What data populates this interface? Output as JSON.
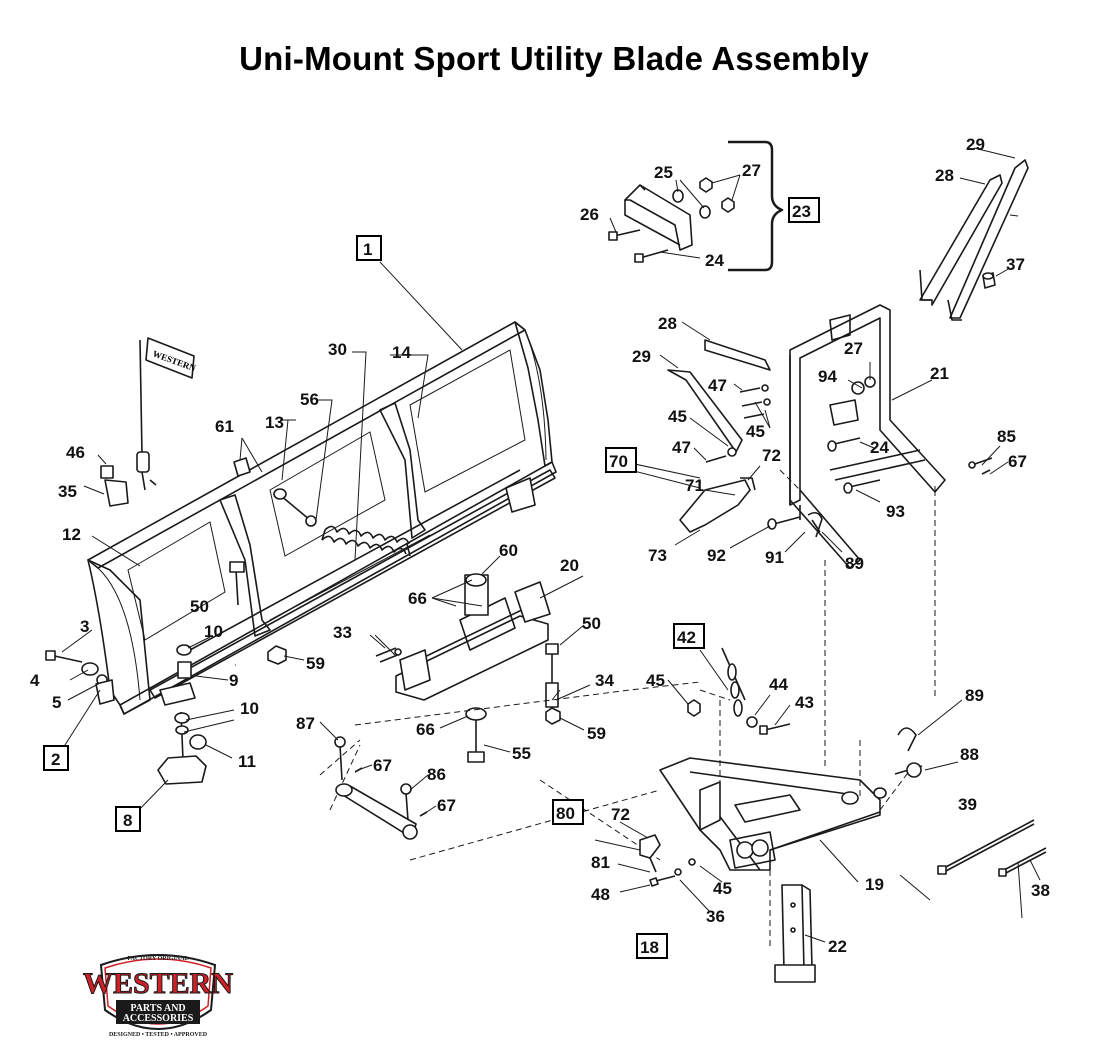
{
  "title": "Uni-Mount Sport Utility Blade Assembly",
  "labels": {
    "l1": "1",
    "l2": "2",
    "l3": "3",
    "l4": "4",
    "l5": "5",
    "l8": "8",
    "l9": "9",
    "l10a": "10",
    "l10b": "10",
    "l11": "11",
    "l12": "12",
    "l13": "13",
    "l14": "14",
    "l18": "18",
    "l19": "19",
    "l20": "20",
    "l21": "21",
    "l22": "22",
    "l23": "23",
    "l24a": "24",
    "l24b": "24",
    "l25": "25",
    "l26": "26",
    "l27a": "27",
    "l27b": "27",
    "l28a": "28",
    "l28b": "28",
    "l29a": "29",
    "l29b": "29",
    "l30": "30",
    "l33": "33",
    "l34": "34",
    "l35": "35",
    "l36": "36",
    "l37": "37",
    "l38": "38",
    "l39": "39",
    "l42": "42",
    "l43": "43",
    "l44": "44",
    "l45a": "45",
    "l45b": "45",
    "l45c": "45",
    "l45d": "45",
    "l46": "46",
    "l47a": "47",
    "l47b": "47",
    "l48": "48",
    "l50a": "50",
    "l50b": "50",
    "l55": "55",
    "l56": "56",
    "l59a": "59",
    "l59b": "59",
    "l60": "60",
    "l61": "61",
    "l66a": "66",
    "l66b": "66",
    "l67a": "67",
    "l67b": "67",
    "l67c": "67",
    "l70": "70",
    "l71": "71",
    "l72a": "72",
    "l72b": "72",
    "l73": "73",
    "l80": "80",
    "l81": "81",
    "l85": "85",
    "l86": "86",
    "l87": "87",
    "l88": "88",
    "l89a": "89",
    "l89b": "89",
    "l91": "91",
    "l92": "92",
    "l93": "93",
    "l94": "94"
  },
  "logo": {
    "top": "FACTORY ORIGINAL",
    "brand": "WESTERN",
    "line1": "PARTS AND",
    "line2": "ACCESSORIES",
    "bottom": "DESIGNED • TESTED • APPROVED"
  },
  "blade_flag_text": "WESTERN"
}
